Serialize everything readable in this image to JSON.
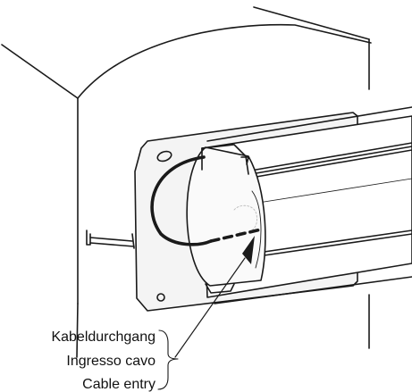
{
  "callout": {
    "labels": [
      "Kabeldurchgang",
      "Ingresso cavo",
      "Cable entry"
    ]
  },
  "colors": {
    "line": "#1a1a1a",
    "fill": "#ffffff",
    "bracket_fill": "#f3f3f3",
    "shadow": "#cfcfcf"
  },
  "icons": [
    "wall-corner",
    "mounting-bracket",
    "awning-roller-box",
    "cable",
    "callout-bracket"
  ]
}
